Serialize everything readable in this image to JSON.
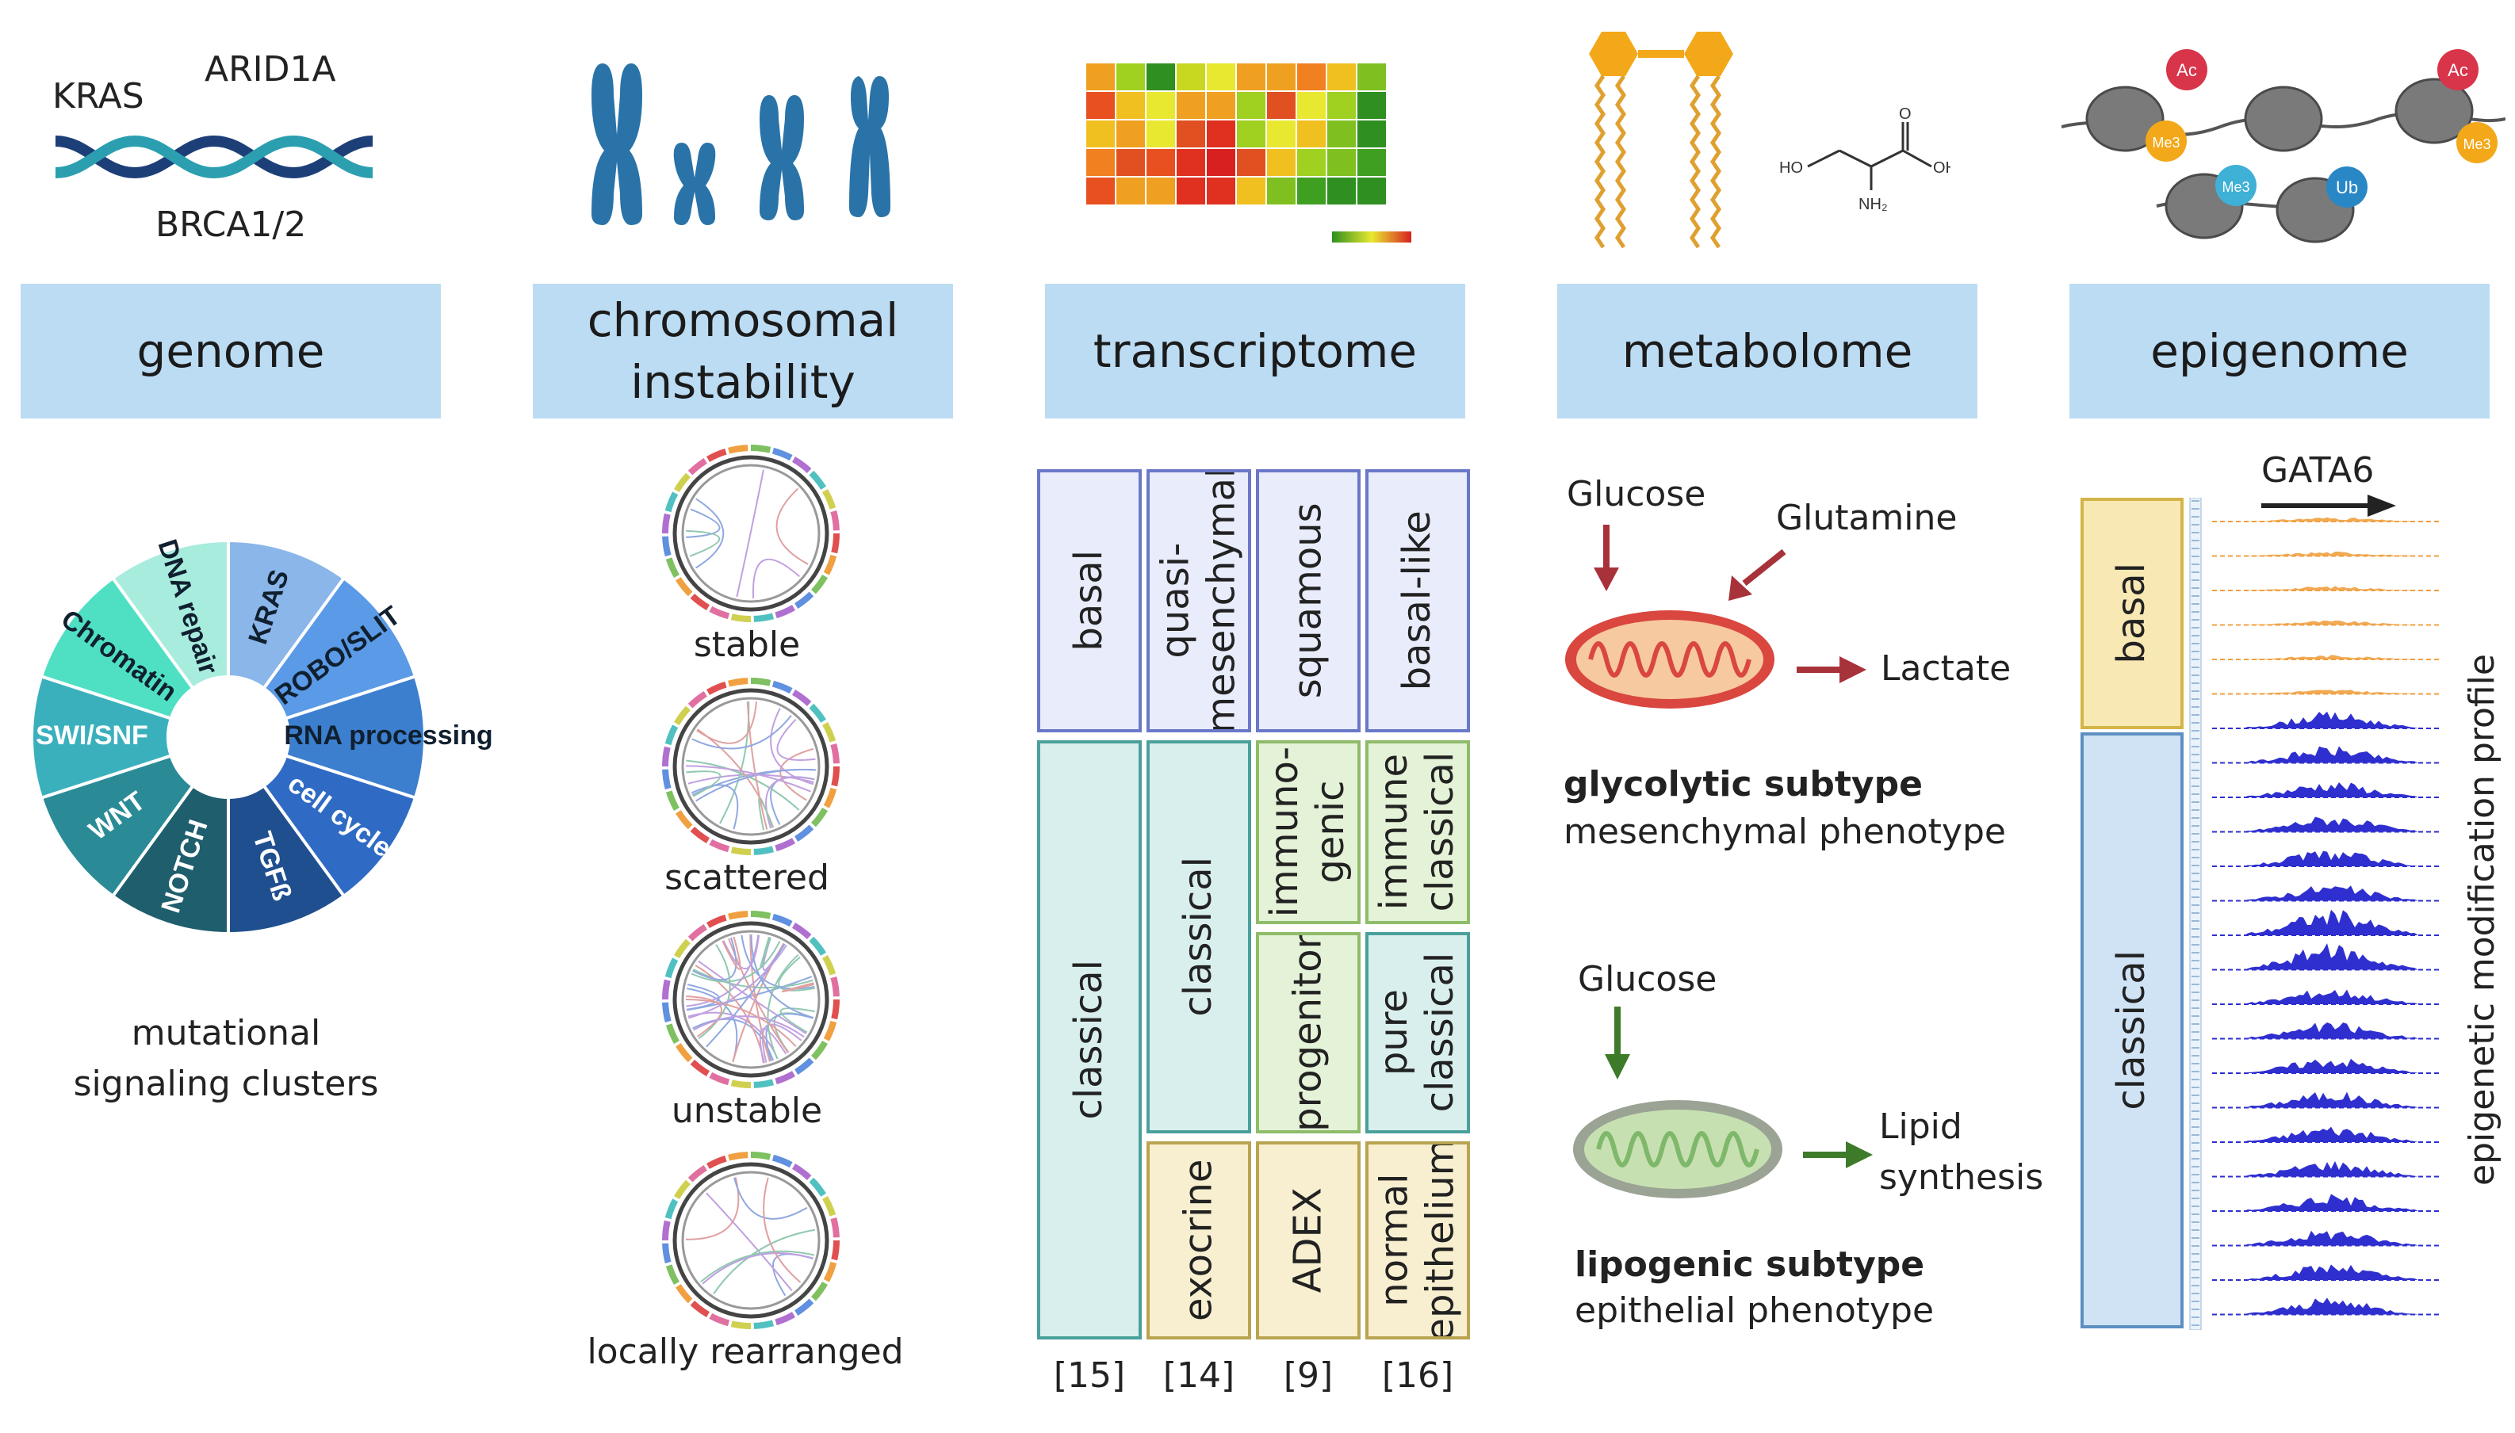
{
  "columns": {
    "genome": {
      "header": "genome",
      "genes": [
        "KRAS",
        "ARID1A",
        "BRCA1/2"
      ],
      "wheel_segments": [
        "KRAS",
        "ROBO/SLIT",
        "RNA processing",
        "cell cycle",
        "TGFß",
        "NOTCH",
        "WNT",
        "SWI/SNF",
        "Chromatin",
        "DNA repair"
      ],
      "caption_line1": "mutational",
      "caption_line2": "signaling clusters"
    },
    "chromosomal": {
      "header_line1": "chromosomal",
      "header_line2": "instability",
      "types": [
        "stable",
        "scattered",
        "unstable",
        "locally rearranged"
      ]
    },
    "transcriptome": {
      "header": "transcriptome",
      "col1": {
        "basal": "basal",
        "classical": "classical",
        "ref": "[15]"
      },
      "col2": {
        "top_line1": "quasi-",
        "top_line2": "mesenchymal",
        "mid": "classical",
        "bottom": "exocrine",
        "ref": "[14]"
      },
      "col3": {
        "top": "squamous",
        "mid_line1": "immuno-",
        "mid_line2": "genic",
        "mid2": "progenitor",
        "bottom": "ADEX",
        "ref": "[9]"
      },
      "col4": {
        "top": "basal-like",
        "mid_line1": "immune",
        "mid_line2": "classical",
        "mid2_line1": "pure",
        "mid2_line2": "classical",
        "bottom_line1": "normal",
        "bottom_line2": "epithelium",
        "ref": "[16]"
      }
    },
    "metabolome": {
      "header": "metabolome",
      "molecule_labels": {
        "ho": "HO",
        "oh": "OH",
        "o": "O",
        "nh2": "NH₂"
      },
      "glycolytic": {
        "glucose": "Glucose",
        "glutamine": "Glutamine",
        "lactate": "Lactate",
        "subtype": "glycolytic subtype",
        "phenotype": "mesenchymal phenotype"
      },
      "lipogenic": {
        "glucose": "Glucose",
        "output_line1": "Lipid",
        "output_line2": "synthesis",
        "subtype": "lipogenic subtype",
        "phenotype": "epithelial phenotype"
      }
    },
    "epigenome": {
      "header": "epigenome",
      "marks": [
        "Ac",
        "Me3",
        "Ac",
        "Me3",
        "Me3",
        "Ub"
      ],
      "gene": "GATA6",
      "basal": "basal",
      "classical": "classical",
      "side_label": "epigenetic modification profile"
    }
  },
  "colors": {
    "header_bg": "#bcdcf4",
    "basal_fill": "#e8ecfb",
    "classical_fill": "#d9efee",
    "yellow_fill": "#f7efcf",
    "green_fill": "#e4f2d7",
    "chromosome": "#2a73a8",
    "arrow_red": "#a8323a",
    "arrow_green": "#3d7a2a",
    "track_orange": "#f0a040",
    "track_blue": "#2f2fd0"
  }
}
